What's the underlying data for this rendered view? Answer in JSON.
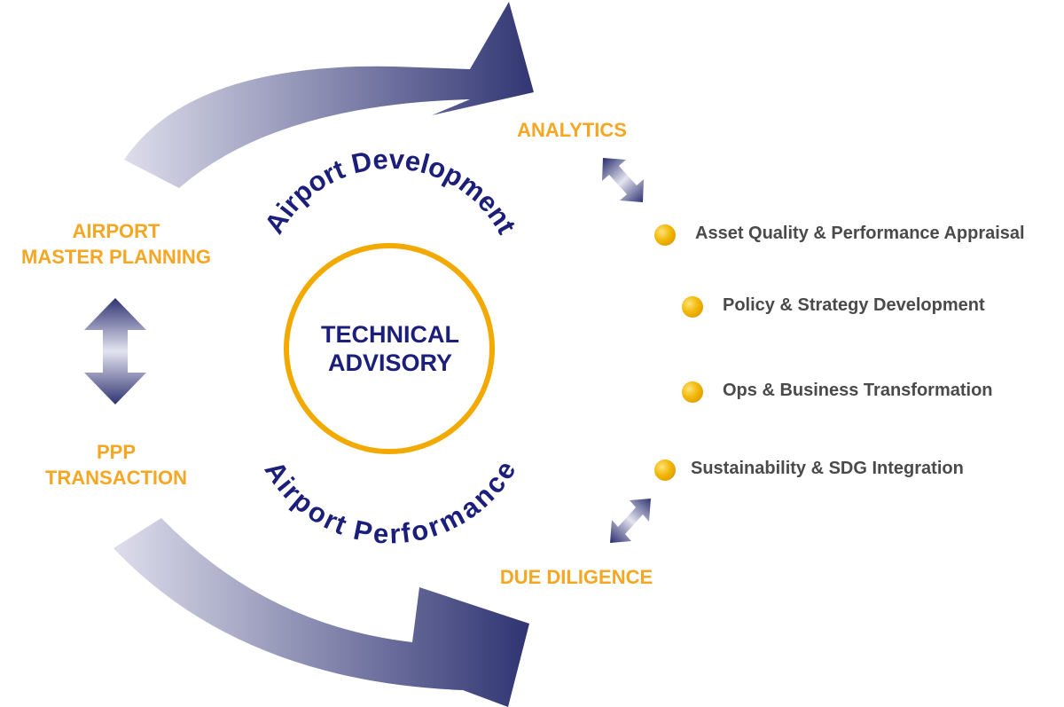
{
  "center": {
    "line1": "TECHNICAL",
    "line2": "ADVISORY",
    "arc_top": "Airport Development",
    "arc_bottom": "Airport Performance"
  },
  "nodes": {
    "airport_master_planning": {
      "line1": "AIRPORT",
      "line2": "MASTER PLANNING"
    },
    "ppp_transaction": {
      "line1": "PPP",
      "line2": "TRANSACTION"
    },
    "analytics": "ANALYTICS",
    "due_diligence": "DUE DILIGENCE"
  },
  "services": [
    "Asset Quality & Performance Appraisal",
    "Policy & Strategy Development",
    "Ops & Business Transformation",
    "Sustainability & SDG Integration"
  ],
  "colors": {
    "navy": "#1B1F7A",
    "arrow_dark": "#2E3371",
    "arrow_light": "#DDDDEB",
    "orange": "#F5A623",
    "service_text": "#4a4a4a",
    "bullet": "#F2B705"
  }
}
